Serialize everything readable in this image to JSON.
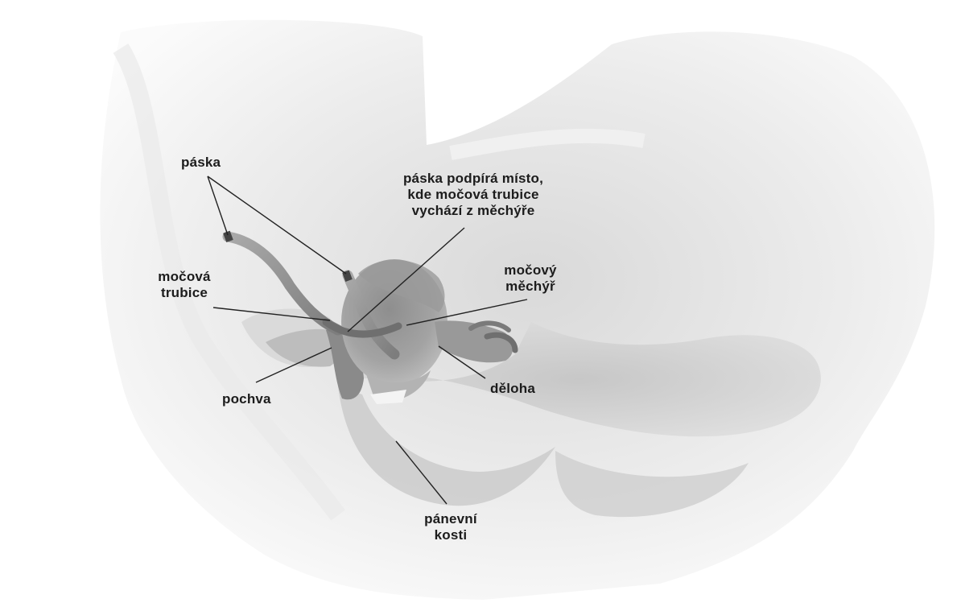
{
  "diagram": {
    "labels": {
      "tape": "páska",
      "tape_support": "páska podpírá místo,\nkde močová trubice\nvychází z měchýře",
      "urethra": "močová\ntrubice",
      "bladder": "močový\nměchýř",
      "vagina": "pochva",
      "uterus": "děloha",
      "pelvic_bones": "pánevní\nkosti"
    }
  }
}
